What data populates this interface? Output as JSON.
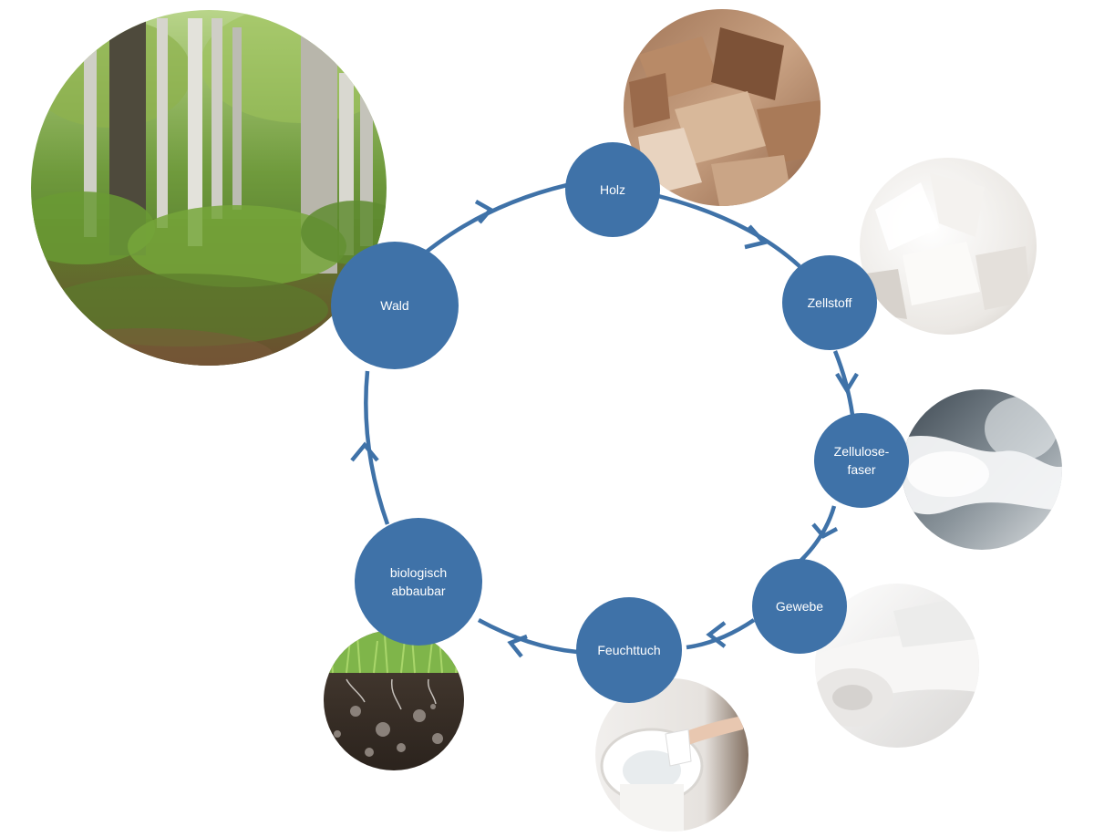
{
  "diagram": {
    "accent_color": "#3f72a8",
    "stages": [
      {
        "id": "wald",
        "lines": [
          "Wald"
        ],
        "photo": "forest-photo"
      },
      {
        "id": "holz",
        "lines": [
          "Holz"
        ],
        "photo": "wood-chips-photo"
      },
      {
        "id": "zellstoff",
        "lines": [
          "Zellstoff"
        ],
        "photo": "pulp-photo"
      },
      {
        "id": "zellulosefaser",
        "lines": [
          "Zellulose-",
          "faser"
        ],
        "photo": "fiber-photo"
      },
      {
        "id": "gewebe",
        "lines": [
          "Gewebe"
        ],
        "photo": "fabric-photo"
      },
      {
        "id": "feuchttuch",
        "lines": [
          "Feuchttuch"
        ],
        "photo": "toilet-wipe-photo"
      },
      {
        "id": "biologisch",
        "lines": [
          "biologisch",
          "abbaubar"
        ],
        "photo": "soil-photo"
      }
    ]
  }
}
